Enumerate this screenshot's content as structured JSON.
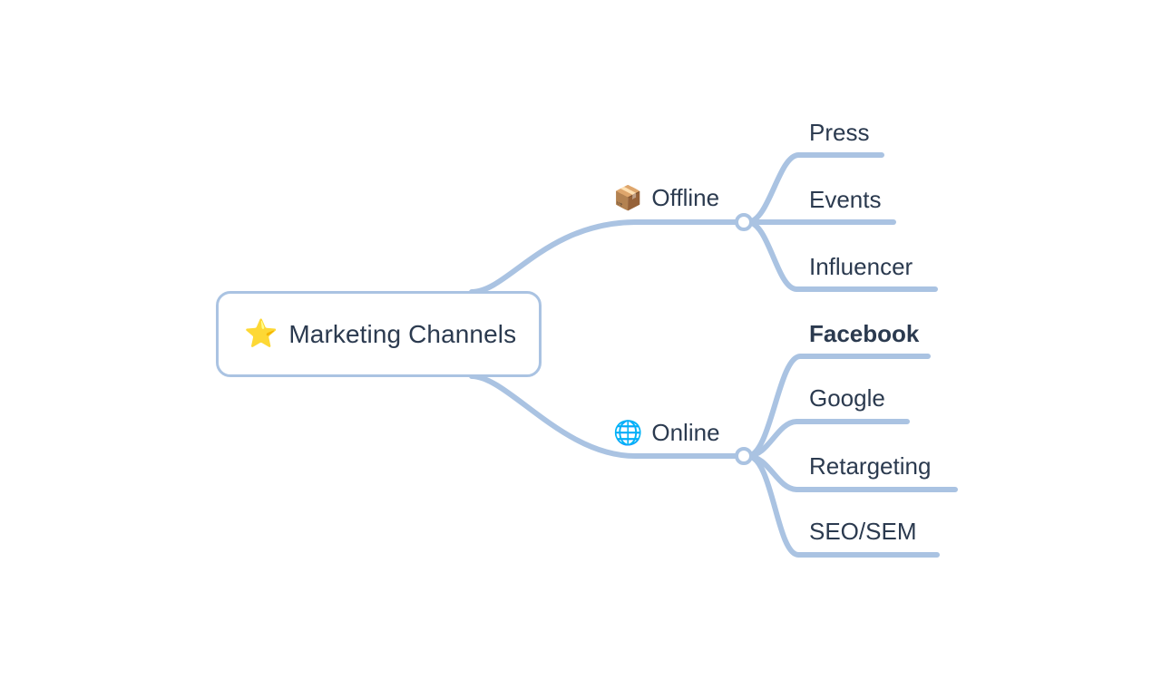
{
  "diagram": {
    "type": "mind-map",
    "title": "Marketing Channels",
    "colors": {
      "connector": "#aac3e2",
      "text": "#2b3a4f",
      "node_border": "#aac3e2",
      "background": "#ffffff",
      "junction_fill": "#ffffff"
    }
  },
  "root": {
    "label": "Marketing Channels",
    "emoji": "⭐",
    "emoji_name": "star-icon"
  },
  "branches": [
    {
      "id": "offline",
      "label": "Offline",
      "emoji": "📦",
      "emoji_name": "package-icon",
      "children": [
        {
          "id": "press",
          "label": "Press",
          "bold": false
        },
        {
          "id": "events",
          "label": "Events",
          "bold": false
        },
        {
          "id": "influencer",
          "label": "Influencer",
          "bold": false
        }
      ]
    },
    {
      "id": "online",
      "label": "Online",
      "emoji": "🌐",
      "emoji_name": "globe-icon",
      "children": [
        {
          "id": "facebook",
          "label": "Facebook",
          "bold": true
        },
        {
          "id": "google",
          "label": "Google",
          "bold": false
        },
        {
          "id": "retargeting",
          "label": "Retargeting",
          "bold": false
        },
        {
          "id": "seosem",
          "label": "SEO/SEM",
          "bold": false
        }
      ]
    }
  ]
}
